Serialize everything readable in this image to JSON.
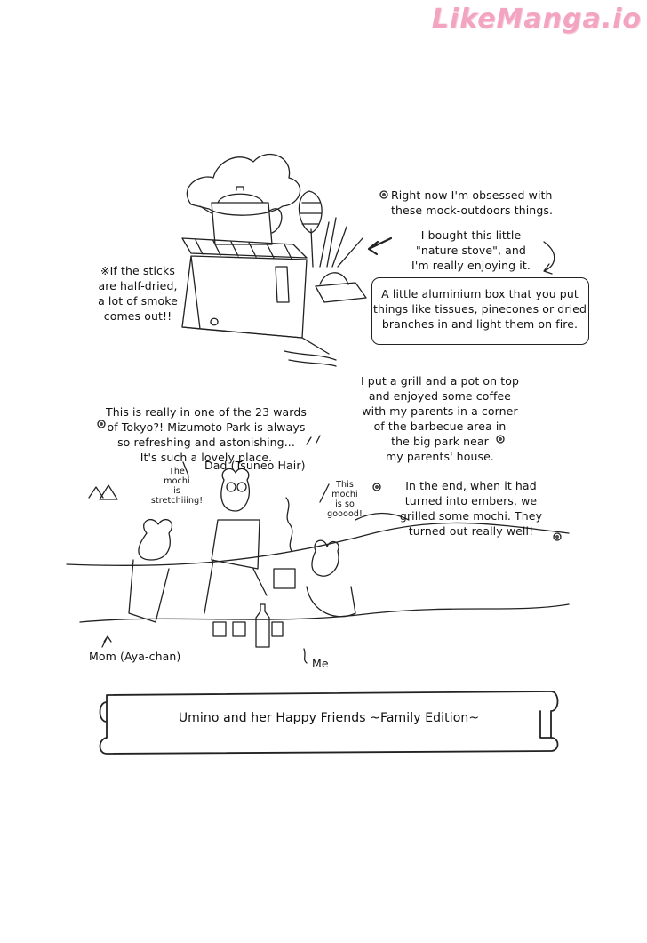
{
  "watermark": "LikeManga.io",
  "top_notes": {
    "obsessed": "Right now I'm obsessed with\nthese mock-outdoors things.",
    "bought": "I bought this little\n\"nature stove\", and\nI'm really enjoying it.",
    "box_desc": "A little aluminium box that you put\nthings like tissues, pinecones or dried\nbranches in and light them on fire.",
    "smoke": "※If the sticks\nare half-dried,\na lot of smoke\ncomes out!!"
  },
  "middle_notes": {
    "grill": "I put a grill and a pot on top\nand enjoyed some coffee\nwith my parents in a corner\nof the barbecue area in\nthe big park near\nmy parents' house.",
    "tokyo": "This is really in one of the 23 wards\nof Tokyo?! Mizumoto Park is always\nso refreshing and astonishing...\nIt's such a lovely place.",
    "embers": "In the end, when it had\nturned into embers, we\ngrilled some mochi. They\nturned out really well!"
  },
  "labels": {
    "dad": "Dad (Tsuneo Hair)",
    "mom": "Mom (Aya-chan)",
    "me": "Me",
    "mochi_stretch": "The\nmochi\nis\nstretchiiing!",
    "mochi_good": "This\nmochi\nis so\ngooood!"
  },
  "banner_title": "Umino and her Happy Friends ~Family Edition~"
}
